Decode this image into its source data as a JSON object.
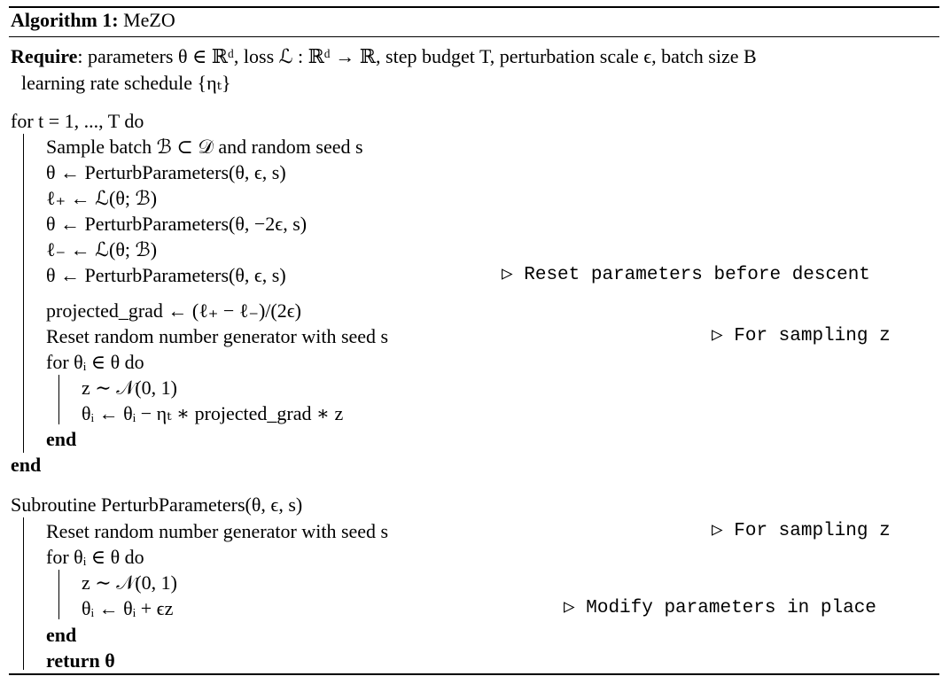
{
  "caption": {
    "label": "Algorithm 1:",
    "name": "MeZO"
  },
  "require": {
    "keyword": "Require",
    "line1": ": parameters θ ∈ ℝᵈ, loss ℒ : ℝᵈ → ℝ, step budget T, perturbation scale ϵ, batch size B",
    "line2": "learning rate schedule {ηₜ}"
  },
  "main_loop": {
    "header": "for t = 1, ..., T do",
    "body": [
      "Sample batch ℬ ⊂ 𝒟 and random seed s",
      "θ ← PerturbParameters(θ, ϵ, s)",
      "ℓ₊ ← ℒ(θ; ℬ)",
      "θ ← PerturbParameters(θ, −2ϵ, s)",
      "ℓ₋ ← ℒ(θ; ℬ)",
      "θ ← PerturbParameters(θ, ϵ, s)",
      "projected_grad ← (ℓ₊ − ℓ₋)/(2ϵ)",
      "Reset random number generator with seed s"
    ],
    "inner_header": "for θᵢ ∈ θ do",
    "inner_body": [
      "z ∼ 𝒩(0, 1)",
      "θᵢ ← θᵢ − ηₜ ∗ projected_grad ∗ z"
    ],
    "inner_end": "end",
    "end": "end"
  },
  "subroutine": {
    "header": "Subroutine PerturbParameters(θ, ϵ, s)",
    "body": [
      "Reset random number generator with seed s"
    ],
    "inner_header": "for θᵢ ∈ θ do",
    "inner_body": [
      "z ∼ 𝒩(0, 1)",
      "θᵢ ← θᵢ + ϵz"
    ],
    "inner_end": "end",
    "return": "return θ"
  },
  "comments": {
    "reset": "▷ Reset parameters before descent",
    "sampling_1": "▷ For sampling z",
    "sampling_2": "▷ For sampling z",
    "modify": "▷ Modify parameters in place"
  }
}
